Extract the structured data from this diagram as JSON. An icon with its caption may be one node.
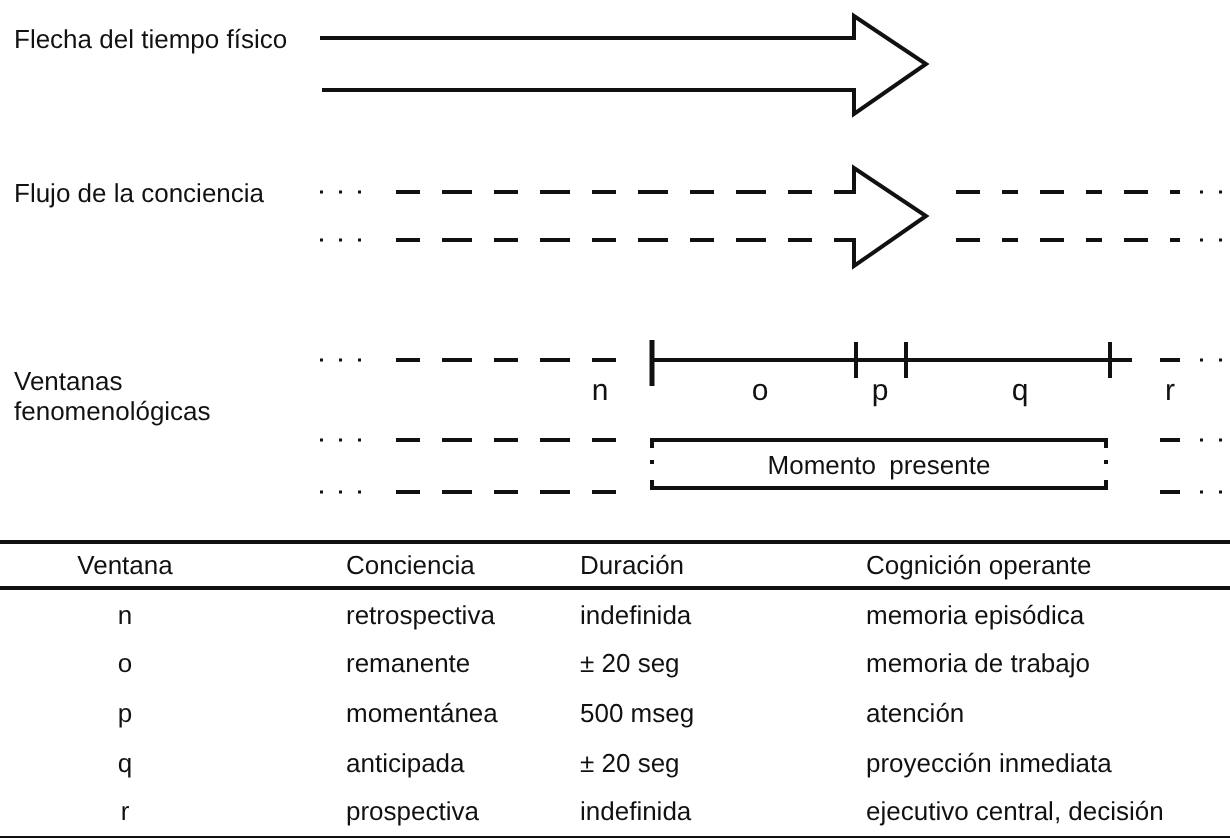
{
  "diagram": {
    "nodes": [
      {
        "text": [
          "Momento presente"
        ]
      }
    ],
    "labels": [
      "Flecha del tiempo físico",
      "Flujo de la conciencia",
      "Ventanas fenomenológicas",
      "n",
      "o",
      "p",
      "q",
      "r",
      "Ventana",
      "Conciencia",
      "Duración",
      "Cognición operante",
      "n",
      "retrospectiva",
      "indefinida",
      "memoria episódica",
      "o",
      "remanente",
      "± 20 seg",
      "memoria de trabajo",
      "p",
      "momentánea",
      "500 mseg",
      "atención",
      "q",
      "anticipada",
      "± 20 seg",
      "proyección inmediata",
      "r",
      "prospectiva",
      "indefinida",
      "ejecutivo central, decisión"
    ]
  }
}
